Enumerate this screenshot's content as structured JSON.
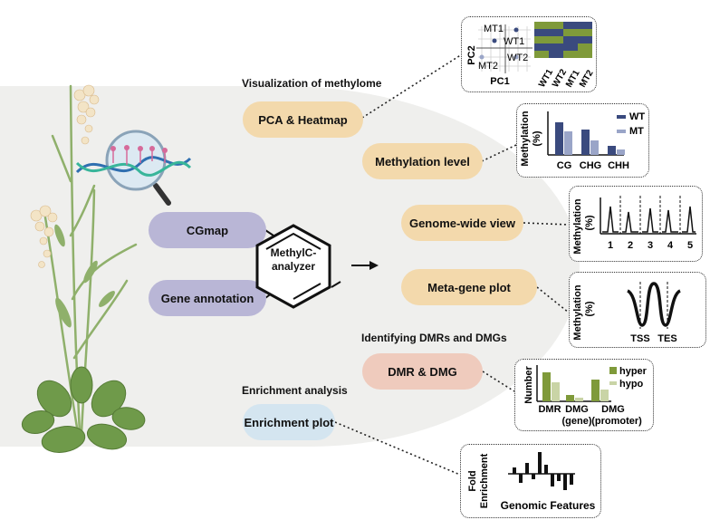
{
  "labels": {
    "visualization": "Visualization of methylome",
    "dmr_heading": "Identifying DMRs and DMGs",
    "enrichment_heading": "Enrichment analysis"
  },
  "nodes": {
    "pca": "PCA & Heatmap",
    "methylation_level": "Methylation level",
    "genome_wide": "Genome-wide view",
    "meta_gene": "Meta-gene plot",
    "dmr_dmg": "DMR & DMG",
    "enrichment": "Enrichment plot",
    "cgmap": "CGmap",
    "gene_annotation": "Gene annotation",
    "analyzer_line1": "MethylC-",
    "analyzer_line2": "analyzer"
  },
  "pca_panel": {
    "ylabel": "PC2",
    "xlabel": "PC1",
    "points": [
      "MT1",
      "WT1",
      "MT2",
      "WT2"
    ],
    "heatmap_columns": [
      "WT1",
      "WT2",
      "MT1",
      "MT2"
    ]
  },
  "methylation_level_panel": {
    "ylabel_line1": "Methylation",
    "ylabel_line2": "(%)",
    "categories": [
      "CG",
      "CHG",
      "CHH"
    ],
    "legend": [
      "WT",
      "MT"
    ]
  },
  "genome_panel": {
    "ylabel_line1": "Methylation",
    "ylabel_line2": "(%)",
    "chromosomes": [
      "1",
      "2",
      "3",
      "4",
      "5"
    ]
  },
  "meta_panel": {
    "ylabel_line1": "Methylation",
    "ylabel_line2": "(%)",
    "ticks": [
      "TSS",
      "TES"
    ]
  },
  "dmr_panel": {
    "ylabel": "Number",
    "categories": [
      "DMR",
      "DMG",
      "DMG"
    ],
    "sublabels": [
      "",
      "(gene)",
      "(promoter)"
    ],
    "legend": [
      "hyper",
      "hypo"
    ]
  },
  "enrich_panel": {
    "ylabel_line1": "Fold",
    "ylabel_line2": "Enrichment",
    "xlabel": "Genomic Features"
  },
  "colors": {
    "tan": "#f3d9ac",
    "lavender": "#b9b6d6",
    "pink": "#efcbbd",
    "sky": "#d4e5f0",
    "navy": "#3a4a7e",
    "light_navy": "#9aa5c8",
    "olive": "#7f9a3a",
    "light_olive": "#c9d4a6"
  }
}
